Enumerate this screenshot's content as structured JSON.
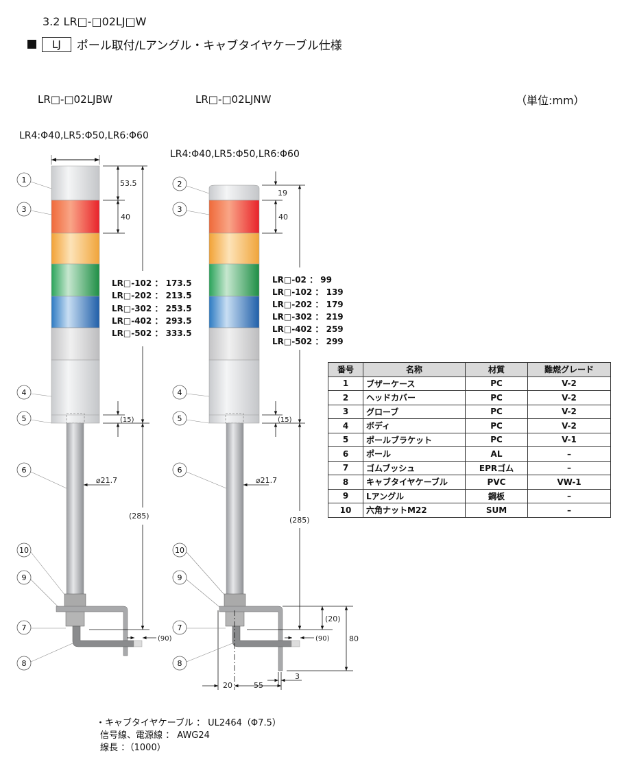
{
  "section_title": "3.2 LR□-□02LJ□W",
  "subtitle": {
    "code": "LJ",
    "text": "ポール取付/Lアングル・キャブタイヤケーブル仕様"
  },
  "models": {
    "left": "LR□-□02LJBW",
    "right": "LR□-□02LJNW"
  },
  "unit": "（単位:mm）",
  "diameters_left": "LR4:Φ40,LR5:Φ50,LR6:Φ60",
  "diameters_right": "LR4:Φ40,LR5:Φ50,LR6:Φ60",
  "left_drawing": {
    "dims": {
      "cap": "53.5",
      "tier": "40",
      "bracket": "(15)",
      "pole": "(285)",
      "pole_dia": "⌀21.7",
      "cable": "(90)"
    },
    "heights": [
      "LR□-102 ： 173.5",
      "LR□-202 ： 213.5",
      "LR□-302 ： 253.5",
      "LR□-402 ： 293.5",
      "LR□-502 ： 333.5"
    ],
    "callouts": [
      "1",
      "3",
      "4",
      "5",
      "6",
      "10",
      "9",
      "7",
      "8"
    ]
  },
  "right_drawing": {
    "dims": {
      "cap": "19",
      "tier": "40",
      "bracket": "(15)",
      "pole": "(285)",
      "pole_dia": "⌀21.7",
      "cable": "(90)",
      "angle_gap": "(20)",
      "angle_h": "80",
      "offset": "20",
      "angle_w": "55",
      "thick": "3"
    },
    "heights": [
      "LR□-02  ：  99",
      "LR□-102 ： 139",
      "LR□-202 ： 179",
      "LR□-302 ： 219",
      "LR□-402 ： 259",
      "LR□-502 ： 299"
    ],
    "callouts": [
      "2",
      "3",
      "4",
      "5",
      "6",
      "10",
      "9",
      "7",
      "8"
    ]
  },
  "parts_table": {
    "headers": [
      "番号",
      "名称",
      "材質",
      "難燃グレード"
    ],
    "rows": [
      [
        "1",
        "ブザーケース",
        "PC",
        "V-2"
      ],
      [
        "2",
        "ヘッドカバー",
        "PC",
        "V-2"
      ],
      [
        "3",
        "グローブ",
        "PC",
        "V-2"
      ],
      [
        "4",
        "ボディ",
        "PC",
        "V-2"
      ],
      [
        "5",
        "ポールブラケット",
        "PC",
        "V-1"
      ],
      [
        "6",
        "ポール",
        "AL",
        "–"
      ],
      [
        "7",
        "ゴムブッシュ",
        "EPRゴム",
        "–"
      ],
      [
        "8",
        "キャブタイヤケーブル",
        "PVC",
        "VW-1"
      ],
      [
        "9",
        "Lアングル",
        "鋼板",
        "–"
      ],
      [
        "10",
        "六角ナットM22",
        "SUM",
        "–"
      ]
    ]
  },
  "notes": [
    "・キャブタイヤケーブル ： UL2464（Φ7.5）",
    "信号線、電源線 ： AWG24",
    "線長 ：（1000）"
  ]
}
